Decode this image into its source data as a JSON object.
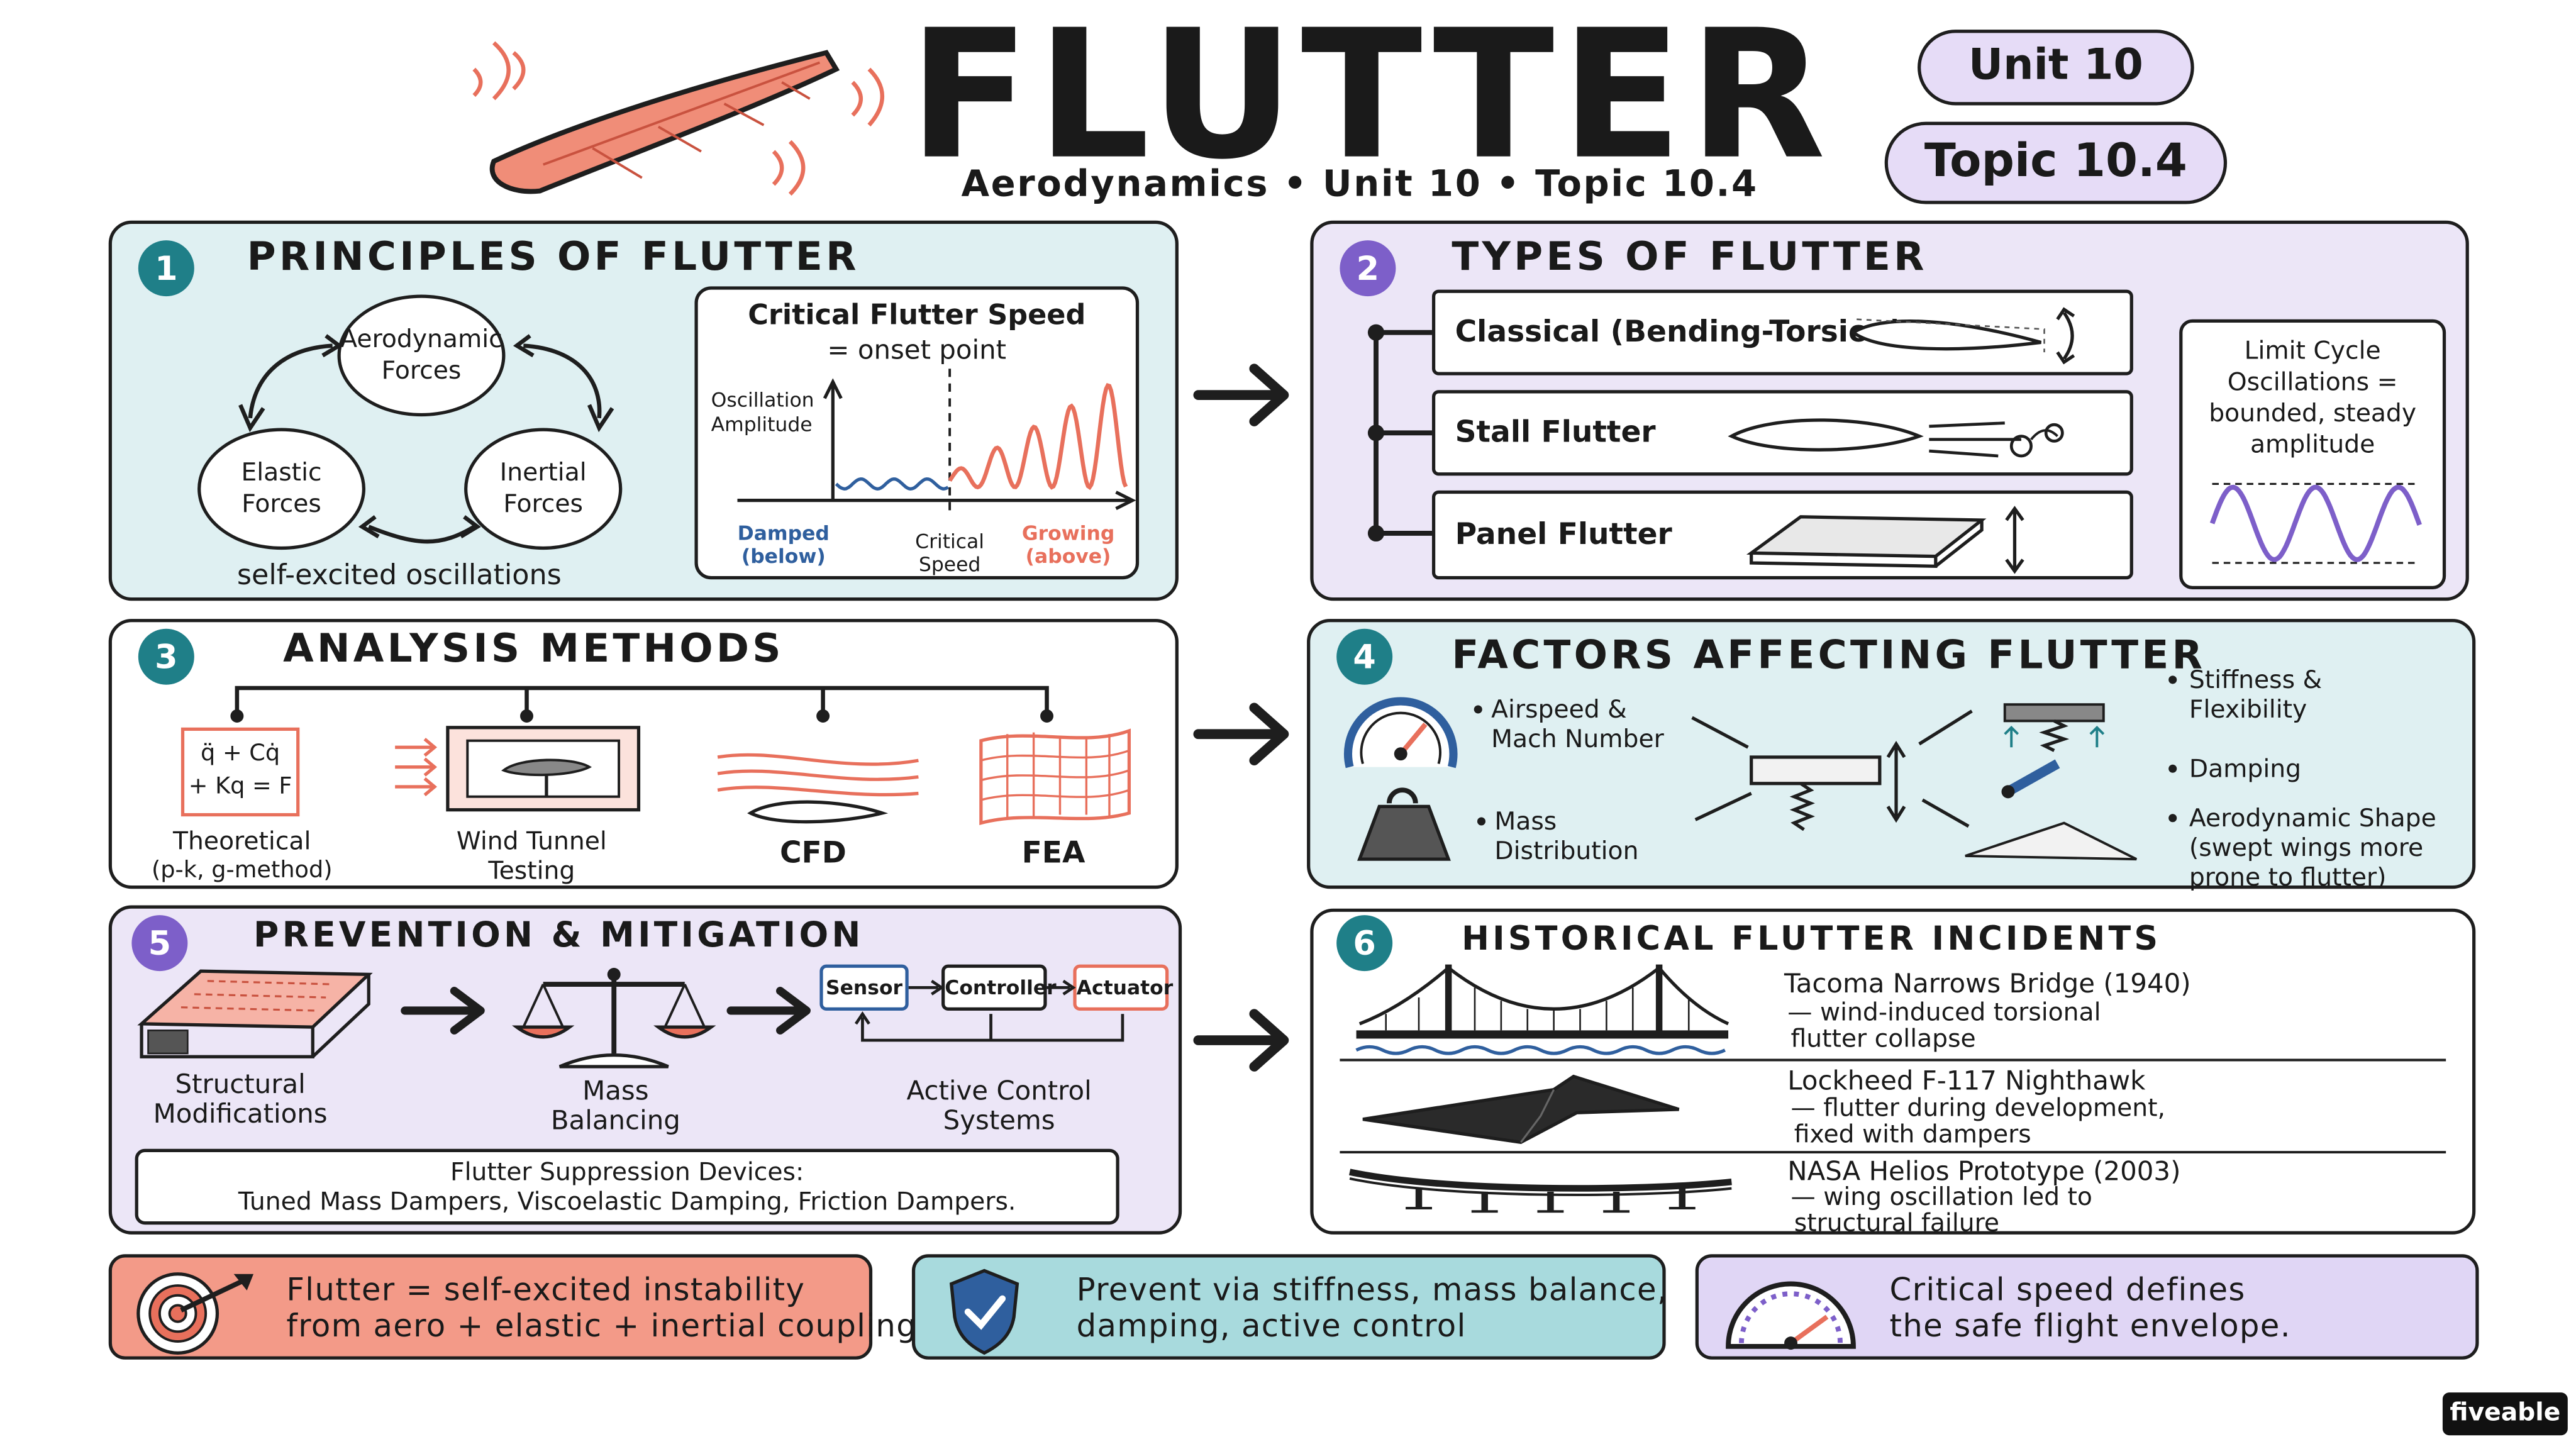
{
  "header": {
    "title": "FLUTTER",
    "subtitle": "Aerodynamics • Unit 10 • Topic 10.4",
    "badge_unit": "Unit 10",
    "badge_topic": "Topic 10.4"
  },
  "colors": {
    "teal_panel": "#dff0f2",
    "lavender_panel": "#ece6f7",
    "coral": "#e8705c",
    "coral_light": "#f6b3a6",
    "teal_num": "#1f7f88",
    "purple_num": "#7d5fc9",
    "blue_wave": "#2f5f9e"
  },
  "principles": {
    "number": "1",
    "title": "PRINCIPLES OF FLUTTER",
    "node_aero": "Aerodynamic Forces",
    "node_elastic": "Elastic Forces",
    "node_inertial": "Inertial Forces",
    "caption": "self-excited oscillations",
    "chart": {
      "title_line1": "Critical Flutter Speed",
      "title_line2": "= onset point",
      "ylabel_line1": "Oscillation",
      "ylabel_line2": "Amplitude",
      "damped_line1": "Damped",
      "damped_line2": "(below)",
      "critical_line1": "Critical",
      "critical_line2": "Speed",
      "growing_line1": "Growing",
      "growing_line2": "(above)"
    }
  },
  "types": {
    "number": "2",
    "title": "TYPES OF FLUTTER",
    "items": [
      "Classical (Bending-Torsion)",
      "Stall Flutter",
      "Panel Flutter"
    ],
    "lco_line1": "Limit Cycle",
    "lco_line2": "Oscillations =",
    "lco_line3": "bounded, steady",
    "lco_line4": "amplitude"
  },
  "analysis": {
    "number": "3",
    "title": "ANALYSIS METHODS",
    "equation_line1": "q̈ + Cq̇",
    "equation_line2": "+ Kq = F",
    "methods": [
      {
        "line1": "Theoretical",
        "line2": "(p-k, g-method)"
      },
      {
        "line1": "Wind Tunnel",
        "line2": "Testing"
      },
      {
        "line1": "CFD",
        "line2": ""
      },
      {
        "line1": "FEA",
        "line2": ""
      }
    ]
  },
  "factors": {
    "number": "4",
    "title": "FACTORS AFFECTING FLUTTER",
    "airspeed_line1": "Airspeed &",
    "airspeed_line2": "Mach Number",
    "mass_line1": "Mass",
    "mass_line2": "Distribution",
    "stiffness_line1": "Stiffness &",
    "stiffness_line2": "Flexibility",
    "damping": "Damping",
    "shape_line1": "Aerodynamic Shape",
    "shape_line2": "(swept wings more",
    "shape_line3": "prone to flutter)"
  },
  "prevention": {
    "number": "5",
    "title": "PREVENTION & MITIGATION",
    "structural_line1": "Structural",
    "structural_line2": "Modifications",
    "mass_line1": "Mass",
    "mass_line2": "Balancing",
    "active_line1": "Active Control",
    "active_line2": "Systems",
    "sensor": "Sensor",
    "controller": "Controller",
    "actuator": "Actuator",
    "devices_line1": "Flutter Suppression Devices:",
    "devices_line2": "Tuned Mass Dampers, Viscoelastic Damping, Friction Dampers."
  },
  "incidents": {
    "number": "6",
    "title": "HISTORICAL FLUTTER INCIDENTS",
    "items": [
      {
        "name": "Tacoma Narrows Bridge (1940)",
        "line1": "— wind-induced torsional",
        "line2": "flutter collapse"
      },
      {
        "name": "Lockheed F-117 Nighthawk",
        "line1": "— flutter during development,",
        "line2": "fixed with dampers"
      },
      {
        "name": "NASA Helios Prototype (2003)",
        "line1": "— wing oscillation led to",
        "line2": "structural failure"
      }
    ]
  },
  "summary": {
    "left_line1": "Flutter = self-excited instability",
    "left_line2": "from aero + elastic + inertial coupling",
    "mid_line1": "Prevent via stiffness, mass balance,",
    "mid_line2": "damping, active control",
    "right_line1": "Critical speed defines",
    "right_line2": "the safe flight envelope."
  },
  "brand": "fiveable"
}
